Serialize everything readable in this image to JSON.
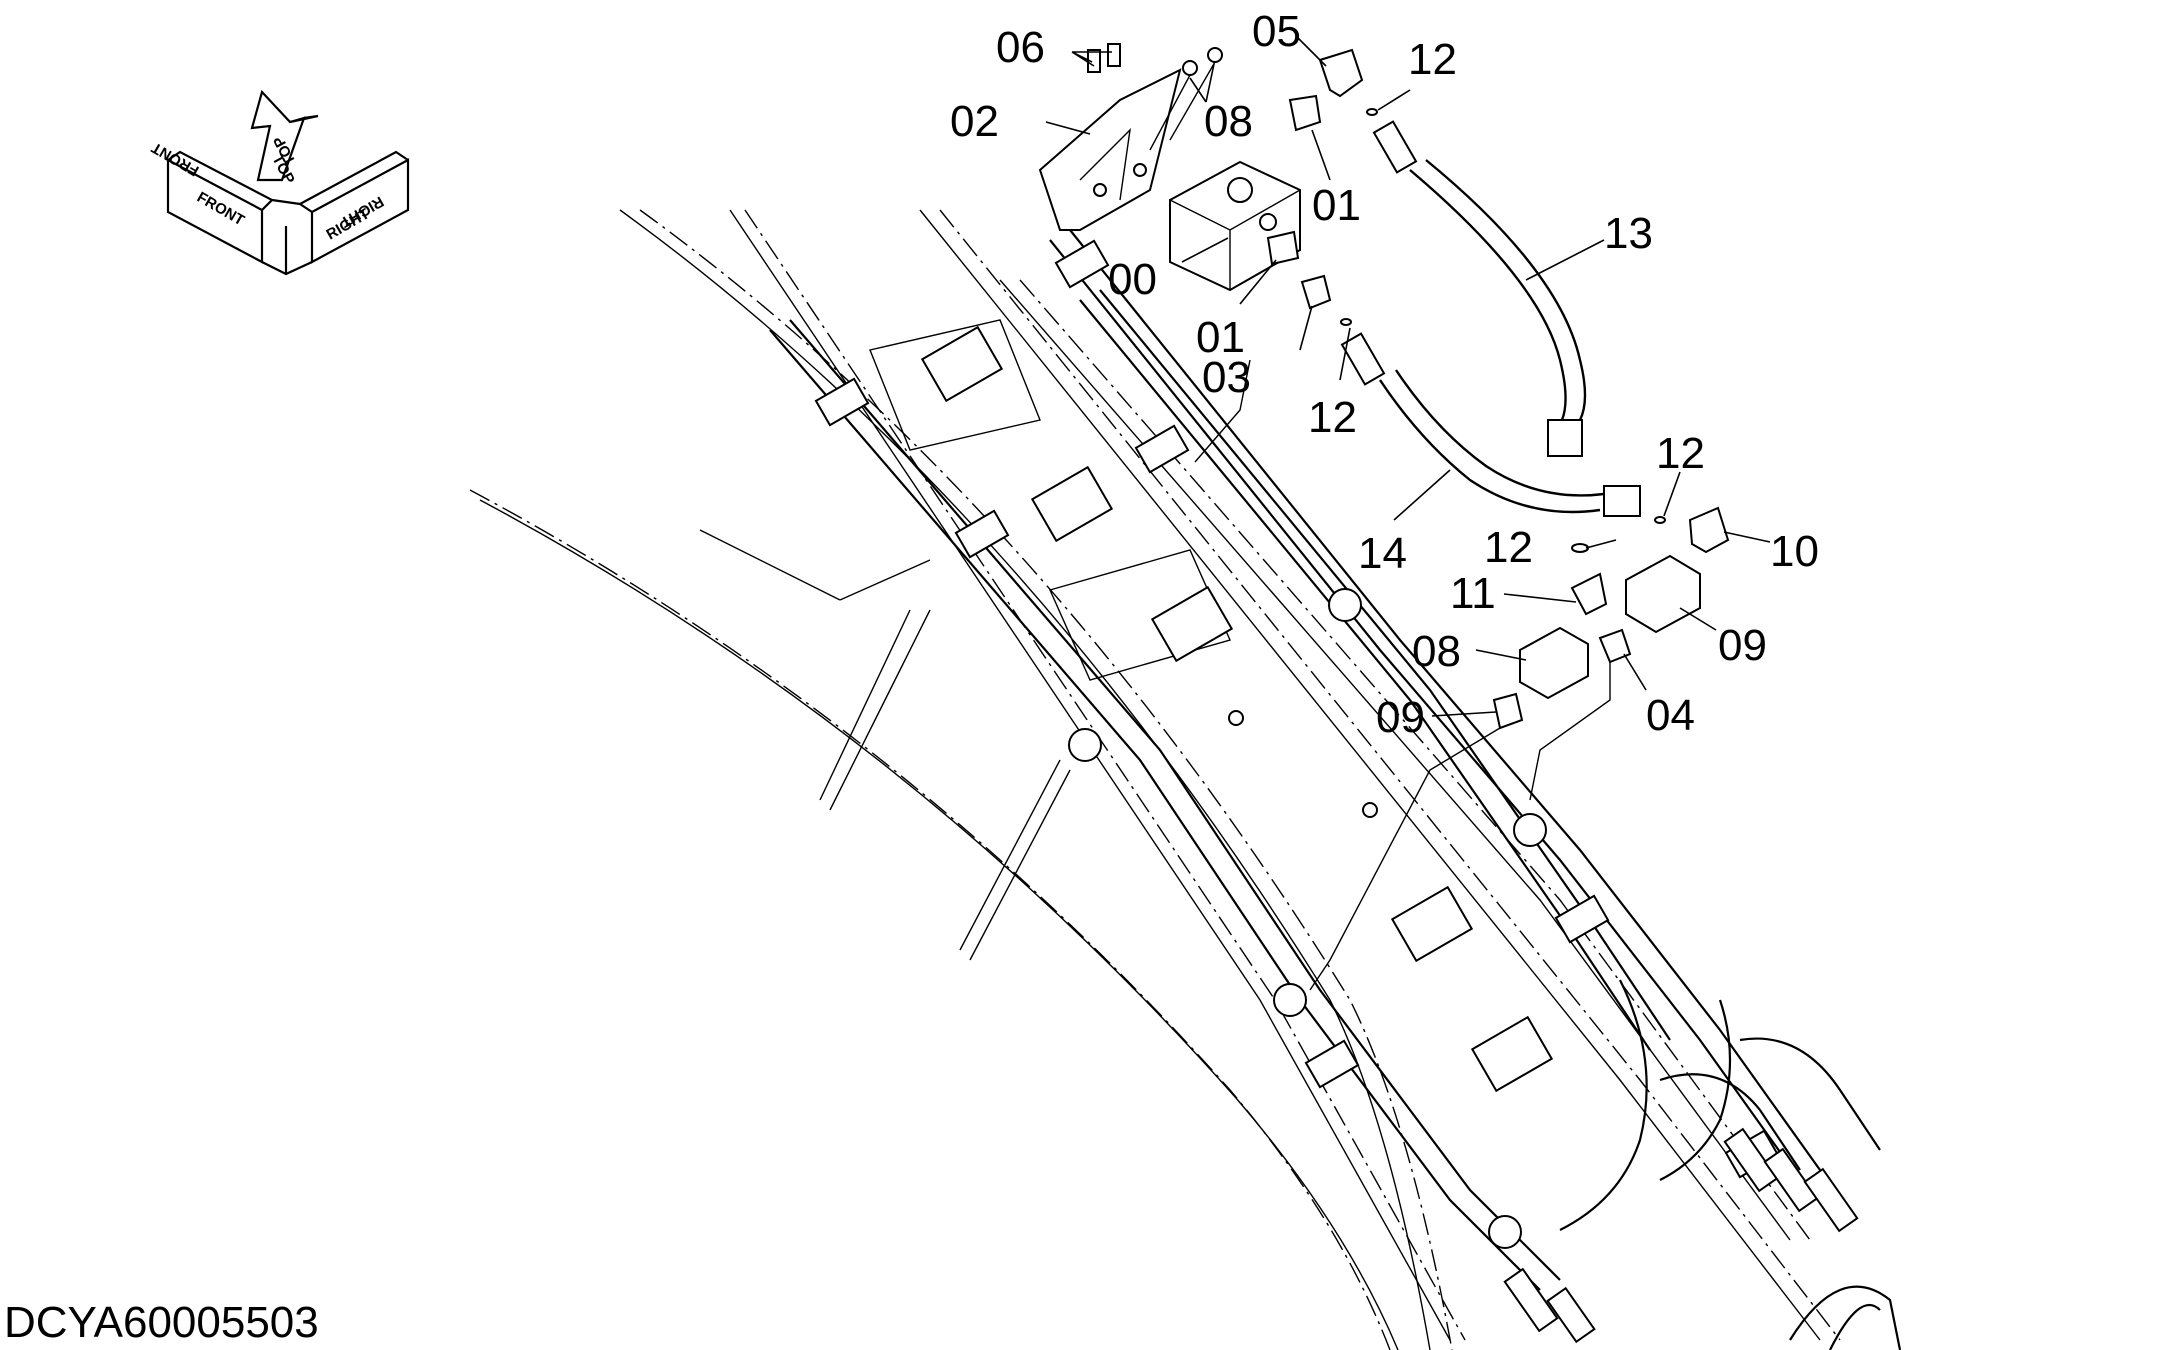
{
  "diagram_code": "DCYA60005503",
  "orientation": {
    "front": "FRONT",
    "top": "TOP",
    "right": "RIGHT"
  },
  "callouts": [
    "00",
    "01",
    "01",
    "02",
    "03",
    "04",
    "05",
    "06",
    "08",
    "08",
    "09",
    "09",
    "10",
    "11",
    "12",
    "12",
    "12",
    "12",
    "13",
    "14"
  ]
}
